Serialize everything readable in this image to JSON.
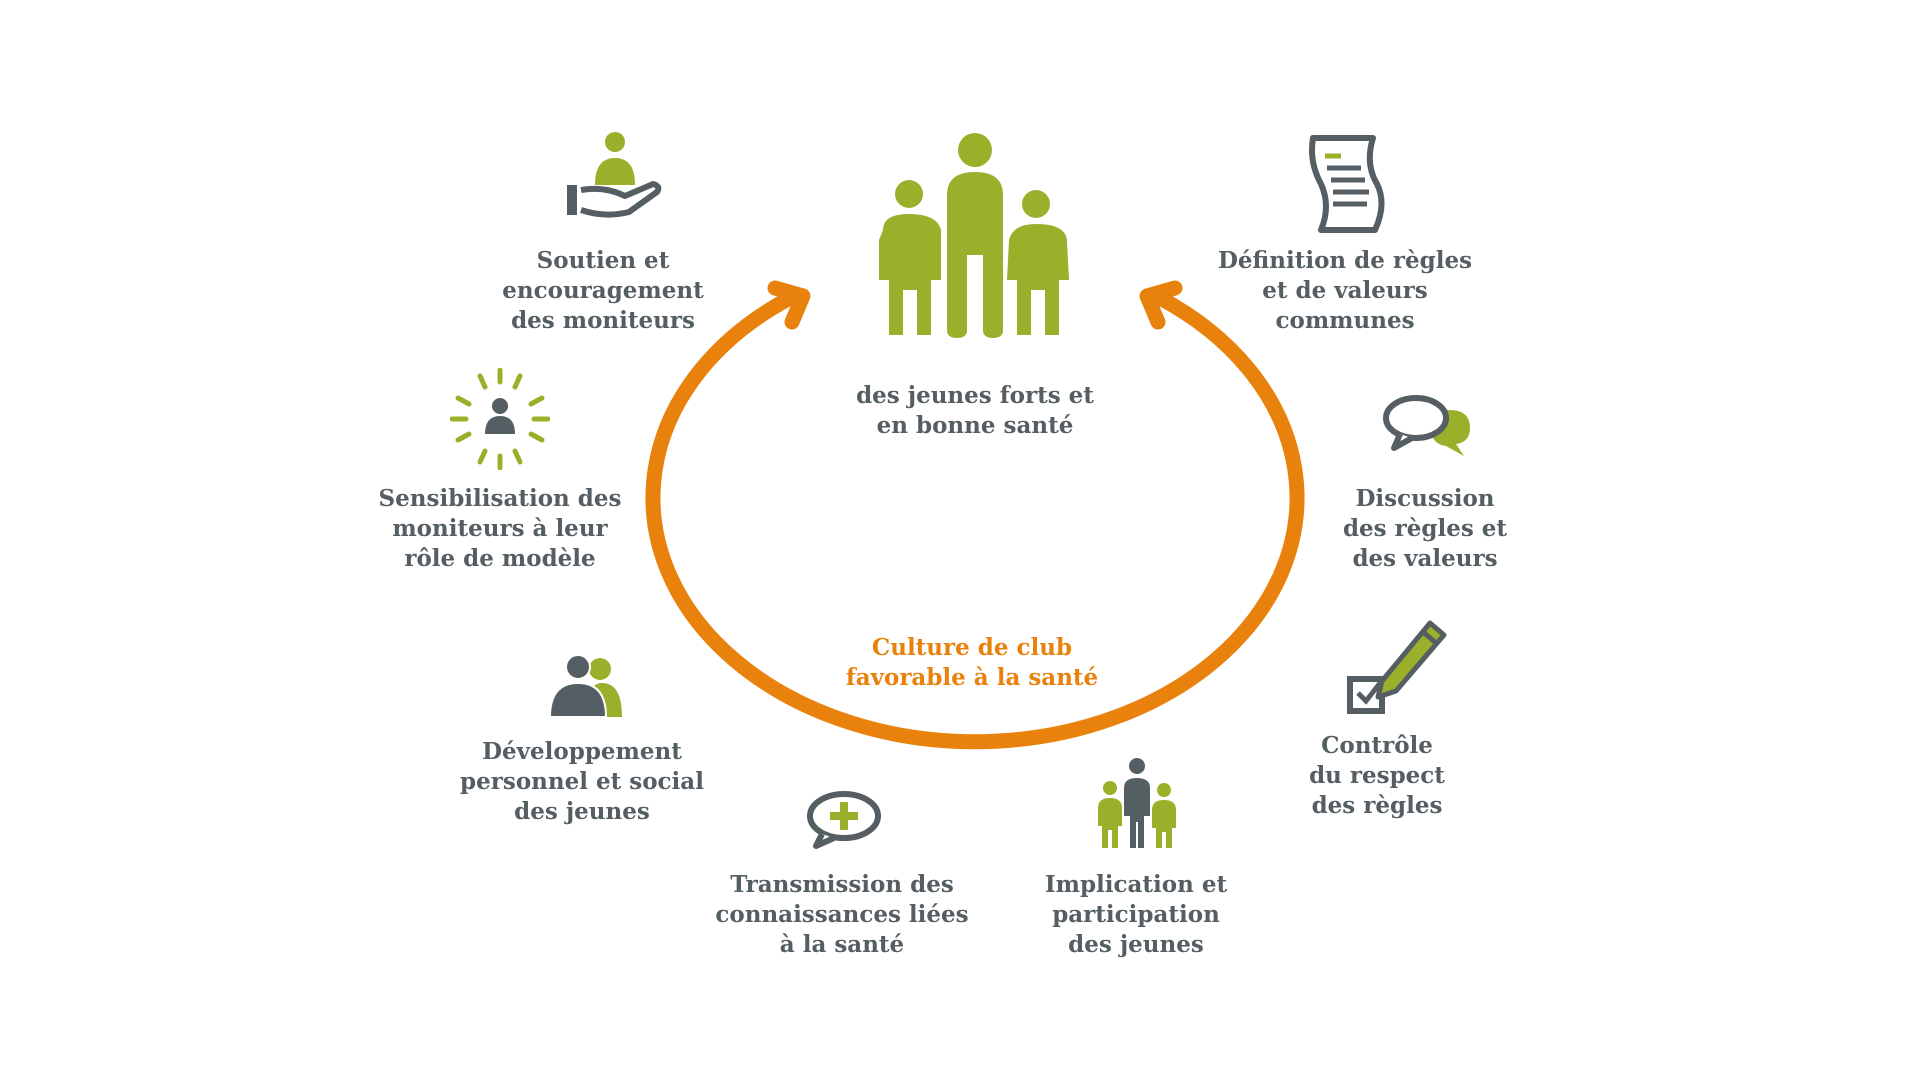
{
  "colors": {
    "gray": "#555e63",
    "green": "#9bb02a",
    "orange": "#e8820c"
  },
  "center": {
    "icon": "family-icon",
    "lines": [
      "des jeunes forts et",
      "en bonne santé"
    ]
  },
  "cycle": {
    "lines": [
      "Culture de club",
      "favorable à la santé"
    ]
  },
  "items": [
    {
      "icon": "helping-hand-icon",
      "lines": [
        "Soutien et",
        "encouragement",
        "des moniteurs"
      ]
    },
    {
      "icon": "scroll-rules-icon",
      "lines": [
        "Définition de règles",
        "et de valeurs",
        "communes"
      ]
    },
    {
      "icon": "chat-bubbles-icon",
      "lines": [
        "Discussion",
        "des règles et",
        "des valeurs"
      ]
    },
    {
      "icon": "checkbox-pencil-icon",
      "lines": [
        "Contrôle",
        "du respect",
        "des règles"
      ]
    },
    {
      "icon": "small-family-icon",
      "lines": [
        "Implication et",
        "participation",
        "des jeunes"
      ]
    },
    {
      "icon": "speech-plus-icon",
      "lines": [
        "Transmission des",
        "connaissances liées",
        "à la santé"
      ]
    },
    {
      "icon": "two-persons-icon",
      "lines": [
        "Développement",
        "personnel et social",
        "des jeunes"
      ]
    },
    {
      "icon": "highlighted-person-icon",
      "lines": [
        "Sensibilisation des",
        "moniteurs à leur",
        "rôle de modèle"
      ]
    }
  ]
}
